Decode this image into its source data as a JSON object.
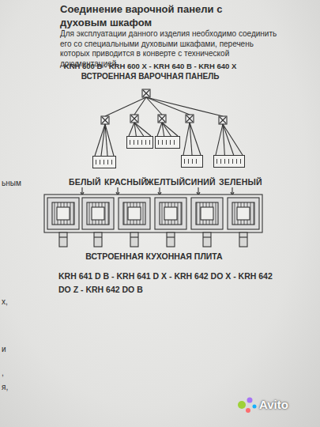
{
  "diagram": {
    "title": "Соединение варочной панели с духовым шкафом",
    "nodes": [
      {
        "text": [
          "БЕЛЫЙ"
        ]
      },
      {
        "text": [
          "КРАСНЫЙ"
        ]
      },
      {
        "text": [
          "ЖЕЛТЫЙ"
        ]
      },
      {
        "text": [
          "СИНИЙ"
        ]
      },
      {
        "text": [
          "ЗЕЛЕНЫЙ"
        ]
      }
    ],
    "labels": [
      "Для эксплуатации данного изделия необходимо соединить его со специальными духовыми шкафами, перечень которых приводится в конверте с технической документацией.",
      "KRH 600 B - KRH 600 X - KRH 640 B - KRH 640 X",
      "ВСТРОЕННАЯ ВАРОЧНАЯ ПАНЕЛЬ",
      "ВСТРОЕННАЯ КУХОННАЯ ПЛИТА",
      "KRH 641 D B - KRH 641 D X - KRH 642 DO X - KRH 642 DO Z - KRH 642 DO B",
      "ьным",
      "х,",
      "и",
      ",",
      "я,",
      "Avito"
    ]
  }
}
